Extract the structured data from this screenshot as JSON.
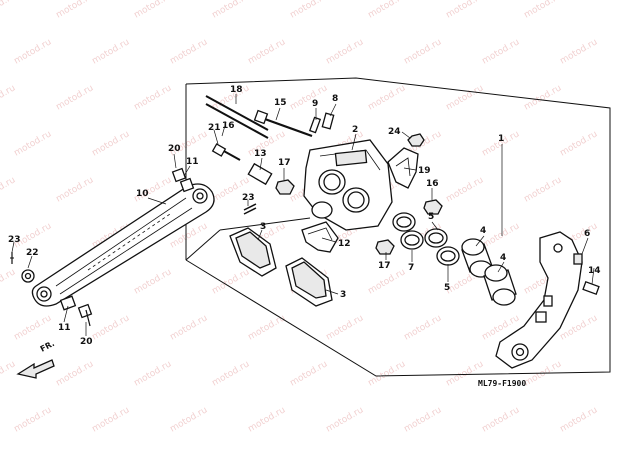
{
  "diagram": {
    "watermark_text": "motod.ru",
    "code": "ML79-F1900",
    "front_label": "FR.",
    "callouts": [
      {
        "id": "c1",
        "label": "1"
      },
      {
        "id": "c2",
        "label": "2"
      },
      {
        "id": "c3a",
        "label": "3"
      },
      {
        "id": "c3b",
        "label": "3"
      },
      {
        "id": "c4a",
        "label": "4"
      },
      {
        "id": "c4b",
        "label": "4"
      },
      {
        "id": "c5a",
        "label": "5"
      },
      {
        "id": "c5b",
        "label": "5"
      },
      {
        "id": "c6",
        "label": "6"
      },
      {
        "id": "c7",
        "label": "7"
      },
      {
        "id": "c8",
        "label": "8"
      },
      {
        "id": "c9",
        "label": "9"
      },
      {
        "id": "c10",
        "label": "10"
      },
      {
        "id": "c11a",
        "label": "11"
      },
      {
        "id": "c11b",
        "label": "11"
      },
      {
        "id": "c12",
        "label": "12"
      },
      {
        "id": "c13",
        "label": "13"
      },
      {
        "id": "c14",
        "label": "14"
      },
      {
        "id": "c15",
        "label": "15"
      },
      {
        "id": "c16a",
        "label": "16"
      },
      {
        "id": "c16b",
        "label": "16"
      },
      {
        "id": "c17a",
        "label": "17"
      },
      {
        "id": "c17b",
        "label": "17"
      },
      {
        "id": "c18",
        "label": "18"
      },
      {
        "id": "c19",
        "label": "19"
      },
      {
        "id": "c20a",
        "label": "20"
      },
      {
        "id": "c20b",
        "label": "20"
      },
      {
        "id": "c21",
        "label": "21"
      },
      {
        "id": "c22",
        "label": "22"
      },
      {
        "id": "c23a",
        "label": "23"
      },
      {
        "id": "c23b",
        "label": "23"
      },
      {
        "id": "c24",
        "label": "24"
      }
    ]
  }
}
